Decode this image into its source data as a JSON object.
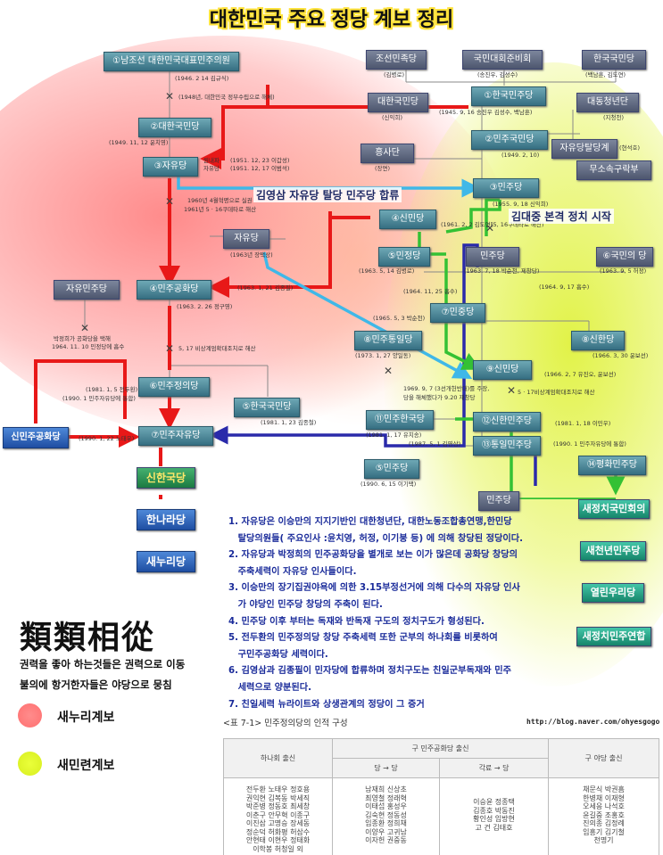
{
  "title": "대한민국 주요 정당 계보 정리",
  "colors": {
    "conservative": "#ff8a8a",
    "progressive": "#dff23a",
    "red_arrow": "#e81818",
    "blue_arrow": "#2a2aaa",
    "cyan_arrow": "#3fb8e8",
    "green_arrow": "#34c134"
  },
  "nodes": {
    "n01": "①남조선 대한민국대표민주의원",
    "n02": "②대한국민당",
    "n03": "③자유당",
    "n04": "자유당",
    "n05": "자유민주당",
    "n06": "④민주공화당",
    "n07": "⑥민주정의당",
    "n08": "⑤한국국민당",
    "n09": "신민주공화당",
    "n10": "⑦민주자유당",
    "n11": "조선민족당",
    "n12": "국민대회준비회",
    "n13": "한국국민당",
    "n14": "①한국민주당",
    "n15": "대한국민당",
    "n16": "대동청년단",
    "n17": "②민주국민당",
    "n18": "자유당탈당계",
    "n19": "흥사단",
    "n20": "무소속구락부",
    "n21": "③민주당",
    "n22": "④신민당",
    "n23": "⑤민정당",
    "n24": "민주당",
    "n25": "⑥국민의 당",
    "n26": "⑦민중당",
    "n27": "⑧민주통일당",
    "n28": "⑧신한당",
    "n29": "⑨신민당",
    "n30": "⑪민주한국당",
    "n31": "⑫신한민주당",
    "n32": "⑬통일민주당",
    "n33": "⑤민주당",
    "n34": "⑭평화민주당",
    "n35": "신한국당",
    "n36": "한나라당",
    "n37": "새누리당",
    "n38": "새정치국민회의",
    "n39": "새천년민주당",
    "n40": "열린우리당",
    "n41": "새정치민주연합"
  },
  "notes": {
    "m01": "(1946. 2 14 김규식)",
    "m02": "(1948년, 대한민국 정부수립으로 해체)",
    "m03": "(1949. 11, 12 윤치영)",
    "m04": "자유당",
    "m05": "(1951. 12, 23 이갑성)",
    "m06": "원내파",
    "m07": "(1951. 12, 17 이범석)",
    "m08": "1960년 4월혁명으로 실권",
    "m09": "1961년 5 · 16쿠데타로 해산",
    "m10": "(1963년 장택상)",
    "m11": "(1963. 2. 26 정구영)",
    "m12": "박정희가 공화당을 택해",
    "m13": "1964. 11. 10 민정당에 흡수",
    "m14": "5, 17 비상계엄확대조치로 해산",
    "m15": "(1981. 1, 5 전두환)",
    "m16": "(1990. 1 민주자유당에 통합)",
    "m17": "(1981. 1, 23 김종철)",
    "m18": "(1990. 1, 22 노태우)",
    "m19": "(김병로)",
    "m20": "(송진우, 김성수)",
    "m21": "(백남훈, 김도연)",
    "m22": "(1945. 9, 16 송진우 김성수, 백남훈)",
    "m23": "(신익희)",
    "m24": "(지청천)",
    "m25": "(1949. 2, 10)",
    "m26": "(현석호)",
    "m27": "(장면)",
    "m28": "(1955. 9, 18 신익희)",
    "m29": "(1961. 2, 2 김도연)",
    "m30": "(5, 16쿠데타로 해산)",
    "m31": "(1963. 5, 14 김병로)",
    "m32": "(1963. 7, 18 박순천, 제창당)",
    "m33": "(1963. 9, 5 허정)",
    "m34": "(1964. 11, 25 흡수)",
    "m35": "(1964. 9, 17 흡수)",
    "m36": "(1965. 5, 3 박순천)",
    "m37": "(1966. 3, 30 윤보선)",
    "m38": "(1973. 1, 27 양일동)",
    "m39": "(1966. 2, 7 유진오, 윤보선)",
    "m40": "1969. 9, 7 (3선개헌반대)를 주장,",
    "m41": "당을 해체했다가 9.20 재창당",
    "m42": "5 · 17비상계엄확대조치로 해산",
    "m43": "(1981. 1, 17 유치송)",
    "m44": "(1981. 1, 18 이민우)",
    "m45": "(1987. 5, 1 김영삼)",
    "m46": "(1990. 1 민주자유당에 통합)",
    "m47": "(1990. 6, 15 이기택)",
    "m48": "(1963. 1, 21 김종필)"
  },
  "banners": {
    "b1": "김영삼 자유당 탈당 민주당 합류",
    "b2": "김대중 본격 정치 시작"
  },
  "notes_list": [
    "1. 자유당은 이승만의 지지기반인 대한청년단, 대한노동조합총연맹,한민당",
    "   탈당의원들( 주요인사 :윤치영, 허정, 이기붕 등) 에 의해 창당된 정당이다.",
    "2. 자유당과 박정희의 민주공화당을 별개로 보는 이가 많은데 공화당 창당의",
    "   주축세력이 자유당 인사들이다.",
    "3. 이승만의 장기집권야욕에 의한 3.15부정선거에 의해 다수의 자유당 인사",
    "   가 야당인 민주당 창당의 주축이 된다.",
    "4. 민주당 이후 부터는 독재와 반독재 구도의 정치구도가 형성된다.",
    "5. 전두환의 민주정의당 창당 주축세력 또한 군부의 하나회를 비롯하여",
    "   구민주공화당 세력이다.",
    "6. 김영삼과 김종필이 민자당에 합류하며 정치구도는 친일군부독재와 민주",
    "   세력으로 양분된다.",
    "7. 친일세력 뉴라이트와 상생관계의 정당이 그 증거"
  ],
  "idiom": {
    "hanja": "類類相從",
    "line1": "권력을 좋아 하는것들은 권력으로 이동",
    "line2": "불의에 항거한자들은 야당으로 뭉침"
  },
  "legend": {
    "red": "새누리계보",
    "green": "새민련계보"
  },
  "table": {
    "caption": "<표 7-1> 민주정의당의 인적 구성",
    "url": "http://blog.naver.com/ohyesgogo",
    "h_hanahoe": "하나회 출신",
    "h_old": "구 민주공화당 출신",
    "h_party": "당 → 당",
    "h_each": "각료 → 당",
    "h_opp": "구 야당 출신",
    "c1": [
      "전두환 노태우 정호용",
      "권익현 김복동 박세직",
      "박준병 정동호 최세창",
      "이춘구 안무혁 이종구",
      "이진삼 고명승 장세동",
      "정순덕 허화평 허삼수",
      "안현태 이현우 정태화",
      "이학봉 허청일 외"
    ],
    "c2": [
      "남재희 신상초",
      "최영철 정래혁",
      "이태섭 홍성우",
      "김숙현 정동성",
      "임종환 정희채",
      "이양우 고귀남",
      "이자헌 권중동"
    ],
    "c3": [
      "이승윤 정종택",
      "김종호 박동진",
      "황인성 임방현",
      "고 건 김태호"
    ],
    "c4": [
      "채문식 박권흠",
      "한병채 이재형",
      "오세응 나석호",
      "윤길중 조홍호",
      "진의종 김정례",
      "임흥기 김기철",
      "천명기"
    ]
  }
}
